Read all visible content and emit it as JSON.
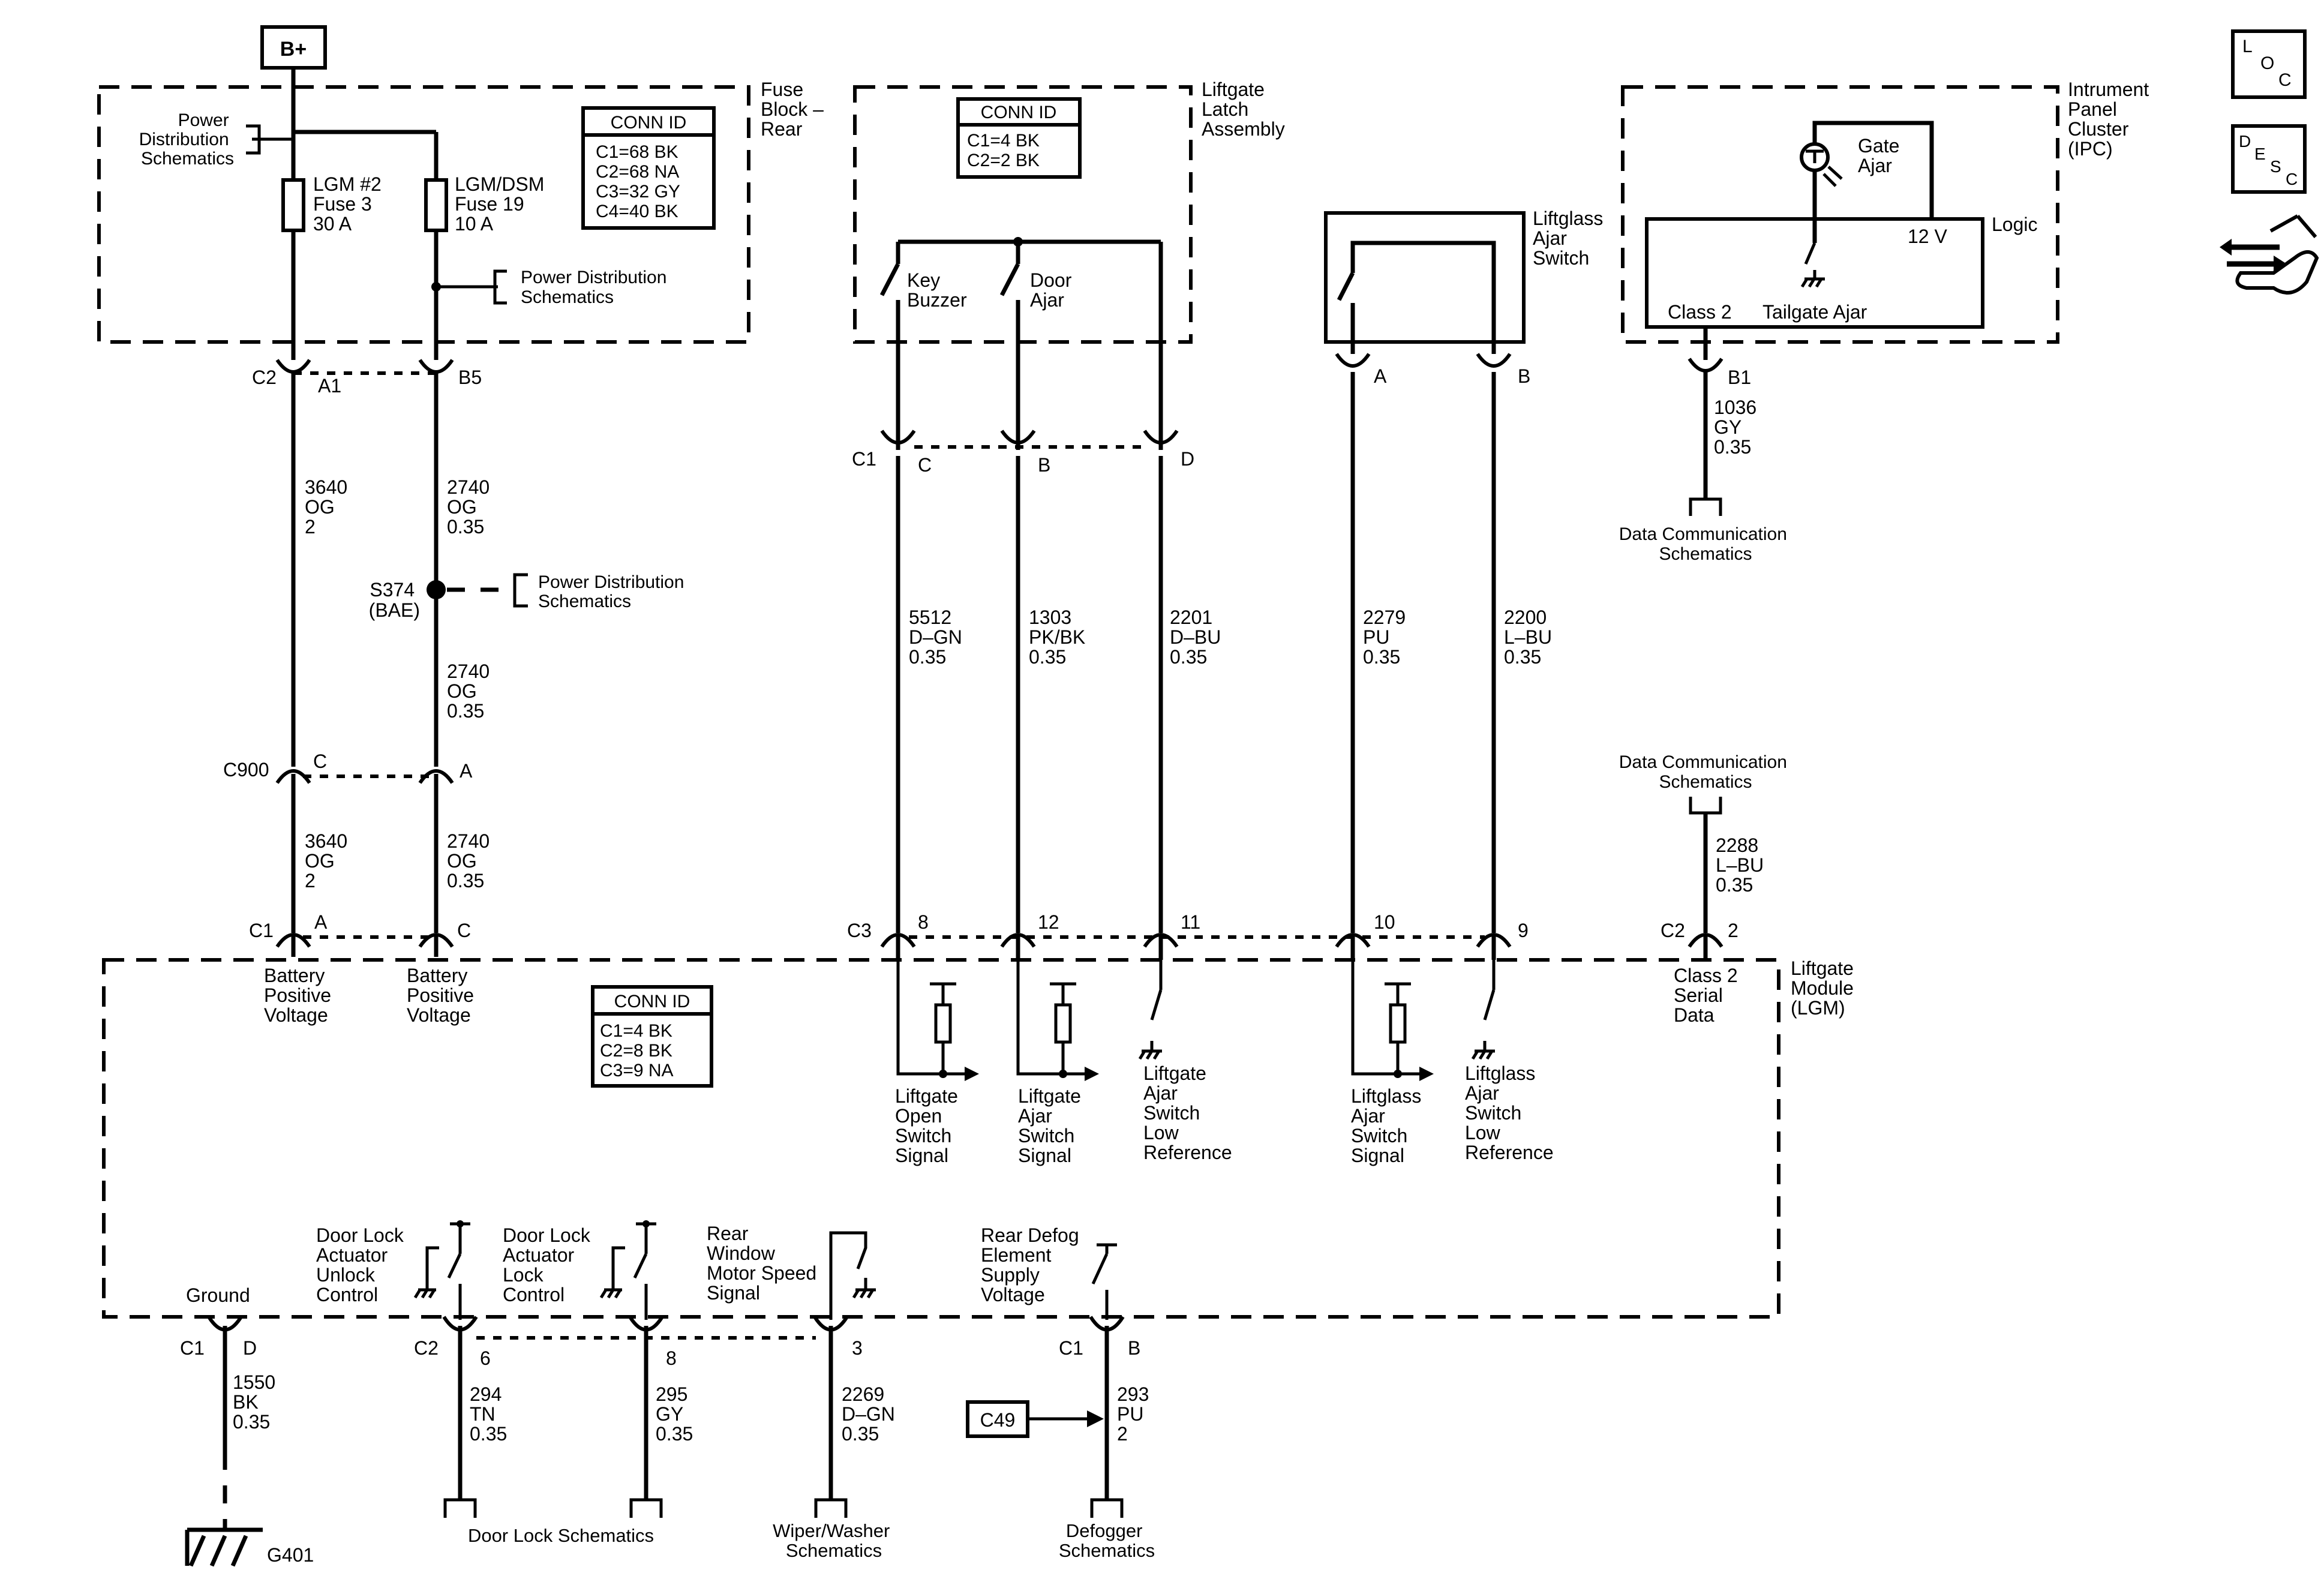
{
  "bplus": "B+",
  "fuse_block": {
    "title": [
      "Fuse",
      "Block –",
      "Rear"
    ],
    "power_dist_left": [
      "Power",
      "Distribution",
      "Schematics"
    ],
    "fuse3": [
      "LGM #2",
      "Fuse 3",
      "30 A"
    ],
    "fuse19": [
      "LGM/DSM",
      "Fuse 19",
      "10 A"
    ],
    "power_dist_right": [
      "Power Distribution",
      "Schematics"
    ],
    "conn": {
      "header": "CONN ID",
      "rows": [
        "C1=68 BK",
        "C2=68 NA",
        "C3=32 GY",
        "C4=40 BK"
      ]
    }
  },
  "latch": {
    "title": [
      "Liftgate",
      "Latch",
      "Assembly"
    ],
    "conn": {
      "header": "CONN ID",
      "rows": [
        "C1=4 BK",
        "C2=2 BK"
      ]
    },
    "key_buzzer": [
      "Key",
      "Buzzer"
    ],
    "door_ajar": [
      "Door",
      "Ajar"
    ],
    "c1": "C1",
    "pin_c": "C",
    "pin_b": "B",
    "pin_d": "D"
  },
  "liftglass": {
    "title": [
      "Liftglass",
      "Ajar",
      "Switch"
    ],
    "pin_a": "A",
    "pin_b": "B"
  },
  "ipc": {
    "title": [
      "Intrument",
      "Panel",
      "Cluster",
      "(IPC)"
    ],
    "gate_ajar": [
      "Gate",
      "Ajar"
    ],
    "v12": "12 V",
    "logic": "Logic",
    "class2": "Class 2",
    "tailgate": "Tailgate Ajar",
    "b1": "B1",
    "wire": [
      "1036",
      "GY",
      "0.35"
    ],
    "datacomm": [
      "Data Communication",
      "Schematics"
    ]
  },
  "connectors_upper": {
    "c2": "C2",
    "a1": "A1",
    "b5": "B5"
  },
  "wires_upper": {
    "w3640a": [
      "3640",
      "OG",
      "2"
    ],
    "w2740a": [
      "2740",
      "OG",
      "0.35"
    ],
    "w2740b": [
      "2740",
      "OG",
      "0.35"
    ],
    "w3640b": [
      "3640",
      "OG",
      "2"
    ],
    "w2740c": [
      "2740",
      "OG",
      "0.35"
    ]
  },
  "splice": {
    "name": [
      "S374",
      "(BAE)"
    ],
    "power_dist": [
      "Power Distribution",
      "Schematics"
    ]
  },
  "c900": {
    "name": "C900",
    "pin_c": "C",
    "pin_a": "A"
  },
  "latch_wires": {
    "w5512": [
      "5512",
      "D–GN",
      "0.35"
    ],
    "w1303": [
      "1303",
      "PK/BK",
      "0.35"
    ],
    "w2201": [
      "2201",
      "D–BU",
      "0.35"
    ],
    "w2279": [
      "2279",
      "PU",
      "0.35"
    ],
    "w2200": [
      "2200",
      "L–BU",
      "0.35"
    ]
  },
  "datacomm_mid": {
    "label": [
      "Data Communication",
      "Schematics"
    ],
    "wire": [
      "2288",
      "L–BU",
      "0.35"
    ]
  },
  "lgm_top": {
    "c1": "C1",
    "pin_a": "A",
    "pin_c": "C",
    "c3": "C3",
    "p8": "8",
    "p12": "12",
    "p11": "11",
    "p10": "10",
    "p9": "9",
    "c2": "C2",
    "p2": "2"
  },
  "lgm": {
    "title": [
      "Liftgate",
      "Module",
      "(LGM)"
    ],
    "conn": {
      "header": "CONN ID",
      "rows": [
        "C1=4 BK",
        "C2=8 BK",
        "C3=9 NA"
      ]
    },
    "bat1": [
      "Battery",
      "Positive",
      "Voltage"
    ],
    "bat2": [
      "Battery",
      "Positive",
      "Voltage"
    ],
    "sig_open": [
      "Liftgate",
      "Open",
      "Switch",
      "Signal"
    ],
    "sig_ajar": [
      "Liftgate",
      "Ajar",
      "Switch",
      "Signal"
    ],
    "sig_ajar_low": [
      "Liftgate",
      "Ajar",
      "Switch",
      "Low",
      "Reference"
    ],
    "sig_glass": [
      "Liftglass",
      "Ajar",
      "Switch",
      "Signal"
    ],
    "sig_glass_low": [
      "Liftglass",
      "Ajar",
      "Switch",
      "Low",
      "Reference"
    ],
    "class2": [
      "Class 2",
      "Serial",
      "Data"
    ],
    "ground": "Ground",
    "unlock": [
      "Door Lock",
      "Actuator",
      "Unlock",
      "Control"
    ],
    "lock": [
      "Door Lock",
      "Actuator",
      "Lock",
      "Control"
    ],
    "motor": [
      "Rear",
      "Window",
      "Motor Speed",
      "Signal"
    ],
    "defog": [
      "Rear Defog",
      "Element",
      "Supply",
      "Voltage"
    ]
  },
  "lgm_bottom": {
    "c1": "C1",
    "pin_d": "D",
    "c2": "C2",
    "p6": "6",
    "p8": "8",
    "p3": "3",
    "c1b": "C1",
    "pin_b": "B"
  },
  "bottom_wires": {
    "w1550": [
      "1550",
      "BK",
      "0.35"
    ],
    "w294": [
      "294",
      "TN",
      "0.35"
    ],
    "w295": [
      "295",
      "GY",
      "0.35"
    ],
    "w2269": [
      "2269",
      "D–GN",
      "0.35"
    ],
    "w293": [
      "293",
      "PU",
      "2"
    ]
  },
  "bottom_labels": {
    "g401": "G401",
    "doorlock": "Door Lock Schematics",
    "wiper": [
      "Wiper/Washer",
      "Schematics"
    ],
    "defogger": [
      "Defogger",
      "Schematics"
    ],
    "c49": "C49"
  },
  "icons": {
    "loc": {
      "l": "L",
      "o": "O",
      "c": "C"
    },
    "desc": {
      "d": "D",
      "e": "E",
      "s": "S",
      "c": "C"
    },
    "nav": "hand-arrows-icon"
  }
}
